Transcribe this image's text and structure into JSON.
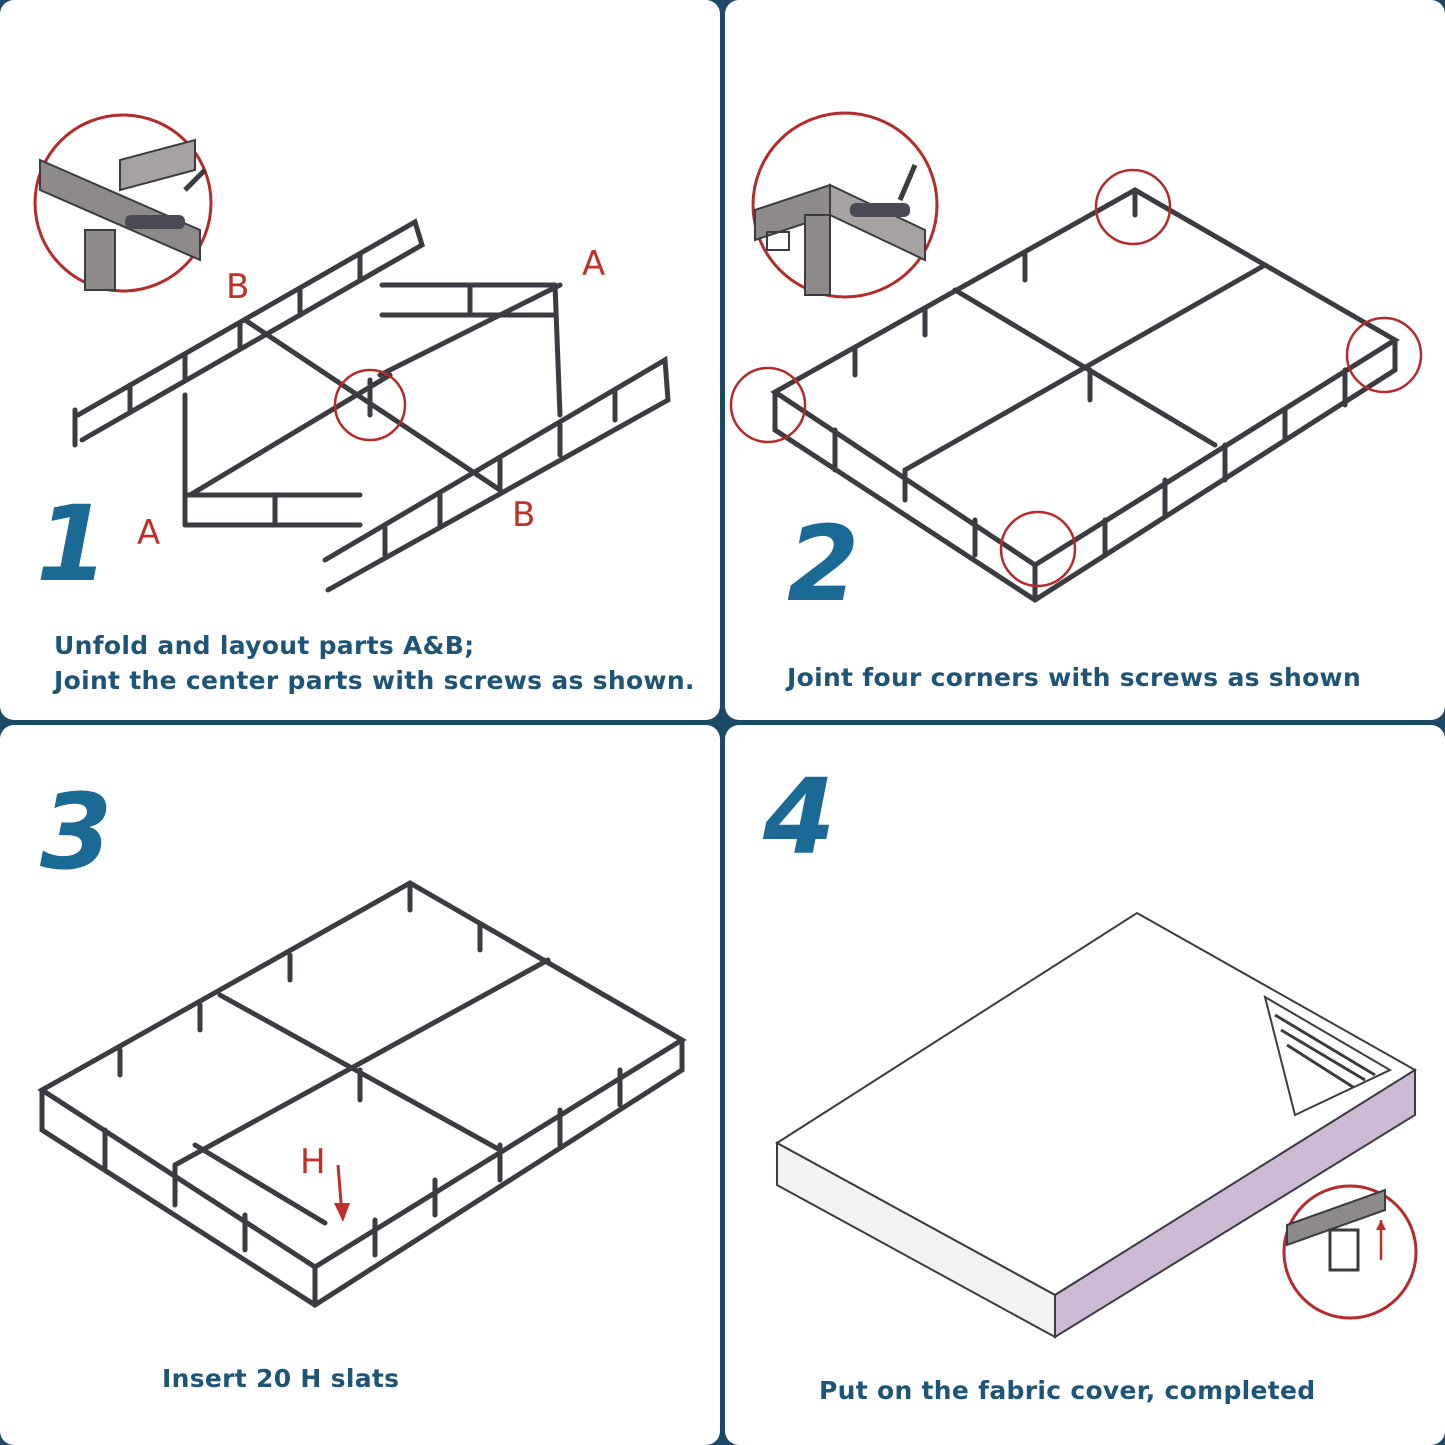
{
  "steps": [
    {
      "number": "1",
      "caption_line1": "Unfold and layout parts A&B;",
      "caption_line2": "Joint the center parts with screws as shown.",
      "labels": {
        "a_top": "A",
        "a_left": "A",
        "b_top": "B",
        "b_bottom": "B"
      }
    },
    {
      "number": "2",
      "caption_line1": "Joint four corners with screws as shown"
    },
    {
      "number": "3",
      "caption_line1": "Insert 20 H slats",
      "labels": {
        "h": "H"
      }
    },
    {
      "number": "4",
      "caption_line1": "Put on the fabric cover, completed"
    }
  ],
  "colors": {
    "background": "#1c4a66",
    "step_number": "#1b6a96",
    "caption": "#1e5476",
    "callout_red": "#b52a2a",
    "frame_metal": "#3b3b42",
    "fabric_side": "#cdb9d3"
  }
}
